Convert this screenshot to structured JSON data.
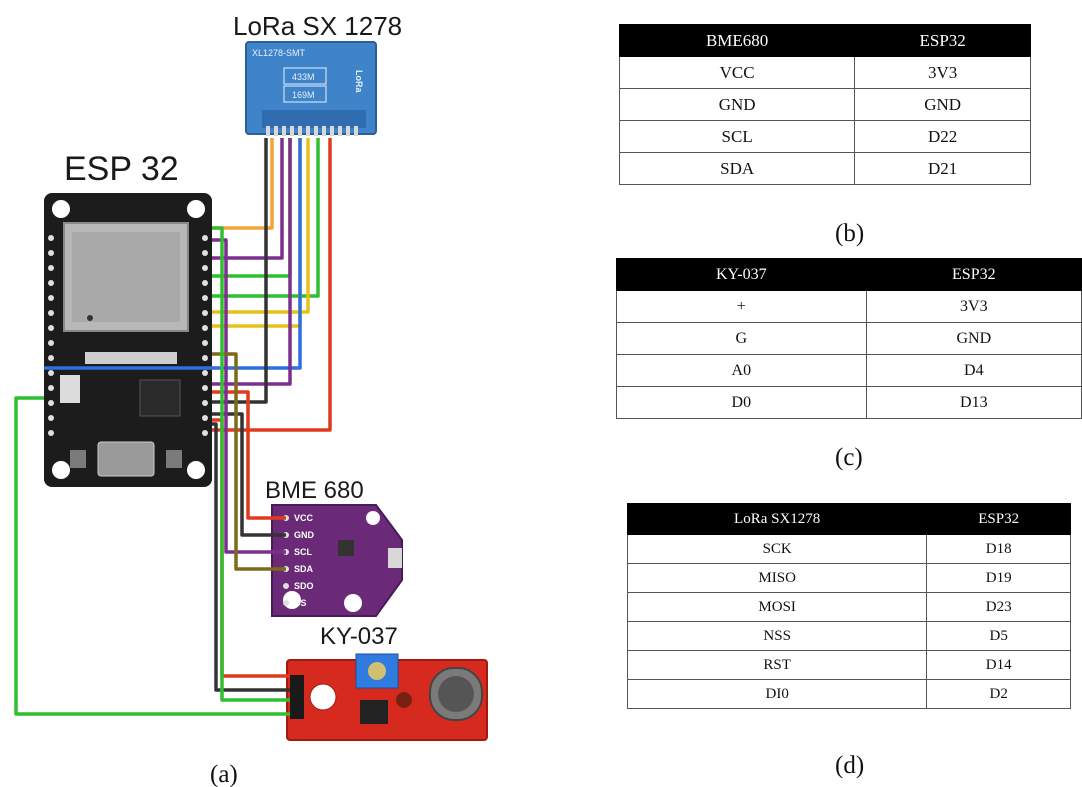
{
  "diagram": {
    "lora_label": "LoRa SX 1278",
    "esp_label": "ESP 32",
    "bme_label": "BME 680",
    "ky_label": "KY-037",
    "lora_chip": {
      "model": "XL1278-SMT",
      "freq1": "433M",
      "freq2": "169M",
      "brand": "LoRa"
    },
    "bme_pins": [
      "VCC",
      "GND",
      "SCL",
      "SDA",
      "SDO",
      "CS"
    ],
    "colors": {
      "esp_board": "#1c1c1c",
      "lora_board": "#3f83c9",
      "bme_board": "#6a2a78",
      "ky_board": "#d62a1e",
      "wire_orange": "#f2a33a",
      "wire_purple": "#7b2f8e",
      "wire_green": "#2fbf2f",
      "wire_yellow": "#e8c21a",
      "wire_blue": "#2f6fe0",
      "wire_red": "#e03a1e",
      "wire_black": "#333333",
      "wire_olive": "#7a6a1a"
    }
  },
  "captions": {
    "a": "(a)",
    "b": "(b)",
    "c": "(c)",
    "d": "(d)"
  },
  "table_b": {
    "headers": [
      "BME680",
      "ESP32"
    ],
    "rows": [
      [
        "VCC",
        "3V3"
      ],
      [
        "GND",
        "GND"
      ],
      [
        "SCL",
        "D22"
      ],
      [
        "SDA",
        "D21"
      ]
    ]
  },
  "table_c": {
    "headers": [
      "KY-037",
      "ESP32"
    ],
    "rows": [
      [
        "+",
        "3V3"
      ],
      [
        "G",
        "GND"
      ],
      [
        "A0",
        "D4"
      ],
      [
        "D0",
        "D13"
      ]
    ]
  },
  "table_d": {
    "headers": [
      "LoRa SX1278",
      "ESP32"
    ],
    "rows": [
      [
        "SCK",
        "D18"
      ],
      [
        "MISO",
        "D19"
      ],
      [
        "MOSI",
        "D23"
      ],
      [
        "NSS",
        "D5"
      ],
      [
        "RST",
        "D14"
      ],
      [
        "DI0",
        "D2"
      ]
    ]
  }
}
